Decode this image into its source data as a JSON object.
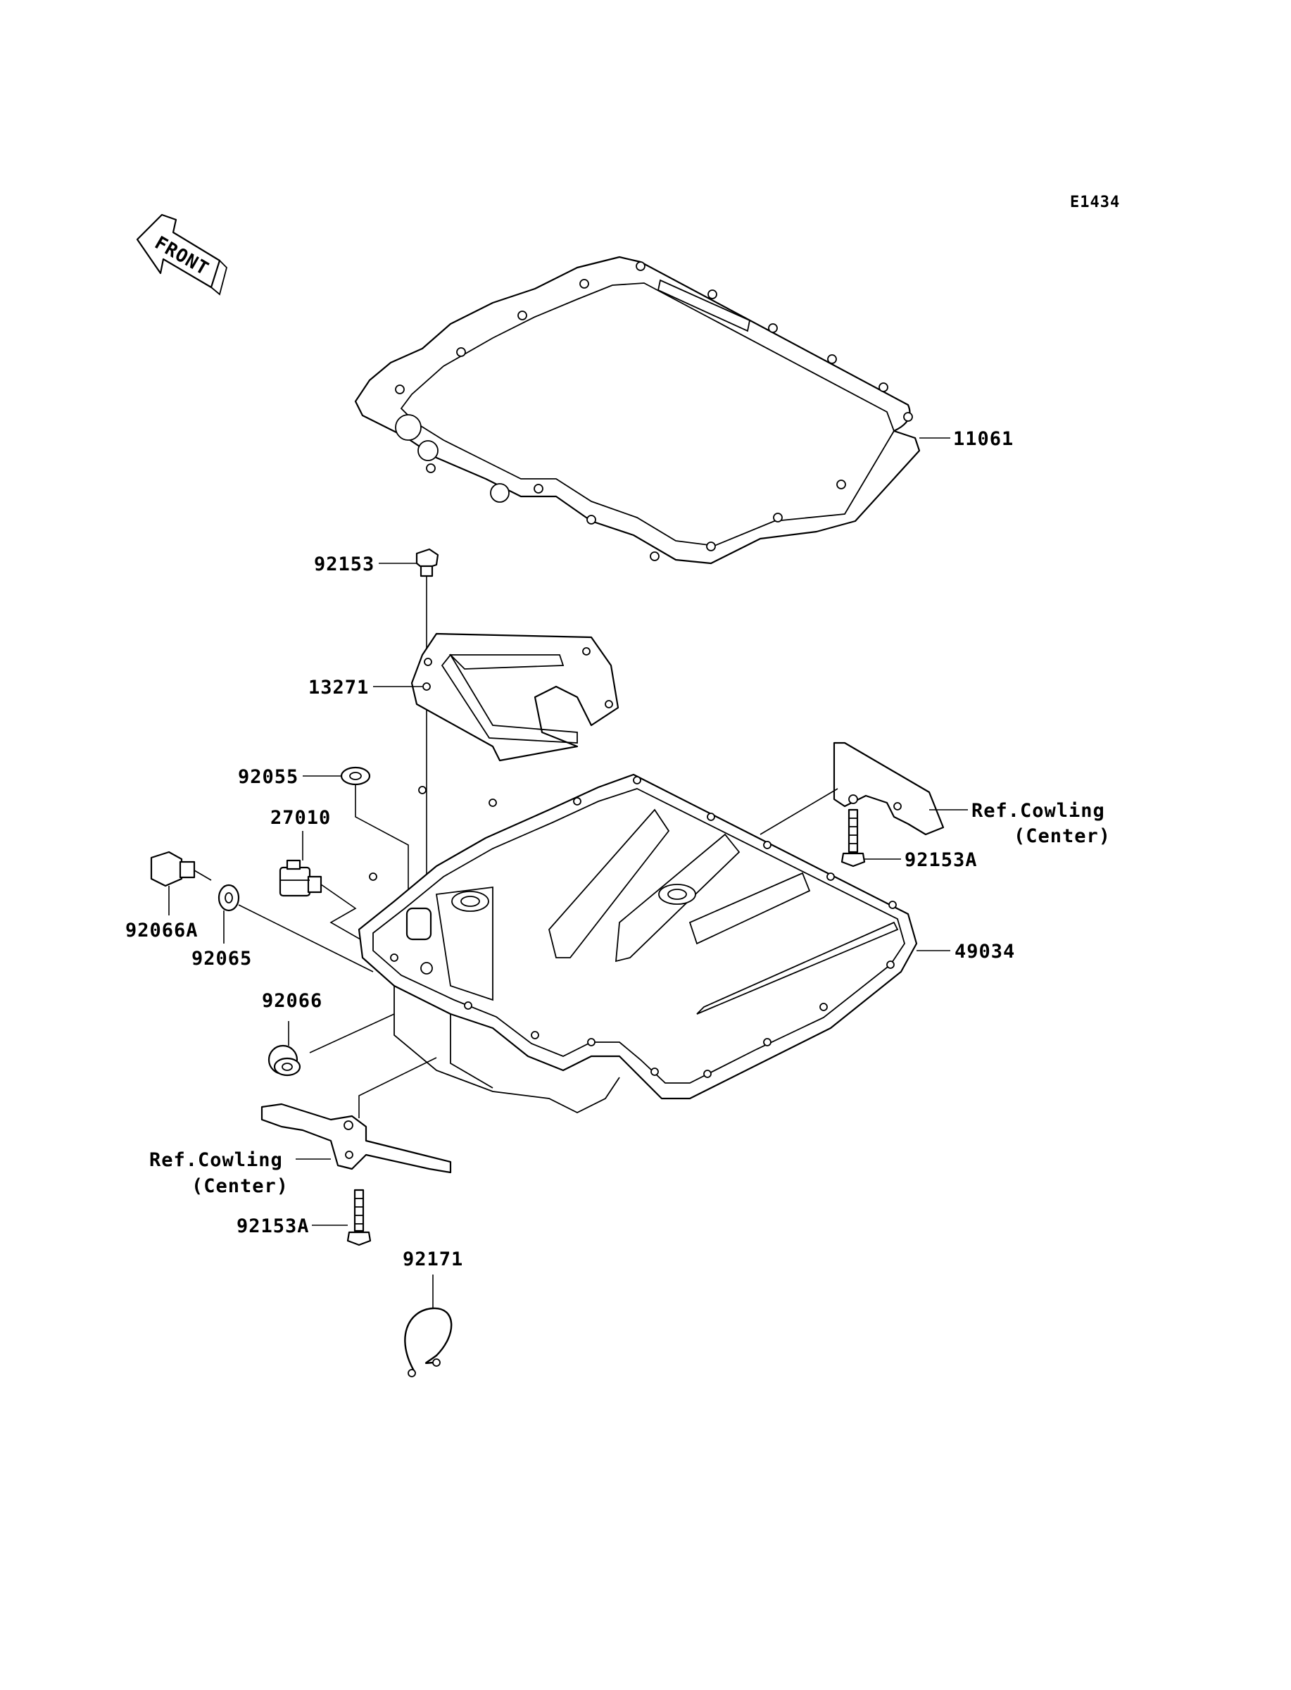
{
  "figure_code": "E1434",
  "front_label": "FRONT",
  "labels": {
    "gasket": "11061",
    "bolt_top": "92153",
    "plate": "13271",
    "washer_92055": "92055",
    "switch": "27010",
    "plug_92066A": "92066A",
    "washer_92065": "92065",
    "oil_pan": "49034",
    "plug_92066": "92066",
    "bolt_right": "92153A",
    "bolt_left": "92153A",
    "clamp": "92171",
    "ref_right_line1": "Ref.Cowling",
    "ref_right_line2": "(Center)",
    "ref_left_line1": "Ref.Cowling",
    "ref_left_line2": "(Center)"
  }
}
